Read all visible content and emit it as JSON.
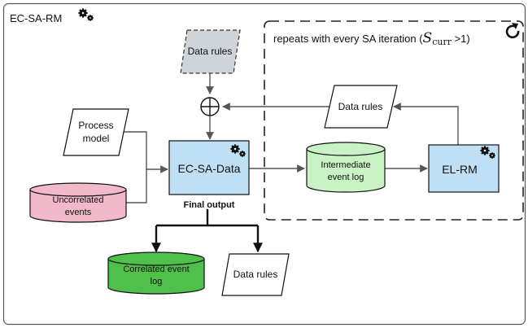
{
  "frame": {
    "title": "EC-SA-RM"
  },
  "loop": {
    "prefix": "repeats with every SA iteration (",
    "symbol": "S",
    "subscript": "curr",
    "suffix": " >1)"
  },
  "nodes": {
    "data_rules_input": {
      "label": "Data rules"
    },
    "data_rules_loop": {
      "label": "Data rules"
    },
    "process_model": {
      "line1": "Process",
      "line2": "model"
    },
    "uncorrelated_events": {
      "line1": "Uncorrelated",
      "line2": "events"
    },
    "ec_sa_data": {
      "label": "EC-SA-Data"
    },
    "intermediate_log": {
      "line1": "Intermediate",
      "line2": "event log"
    },
    "el_rm": {
      "label": "EL-RM"
    },
    "final_output": {
      "label": "Final output"
    },
    "correlated_log": {
      "line1": "Correlated event",
      "line2": "log"
    },
    "data_rules_output": {
      "label": "Data rules"
    }
  },
  "colors": {
    "process_box": "#bfe0f4",
    "input_gray": "#cfd4da",
    "pink_db": "#f2b9cb",
    "light_green_db": "#c9f3c5",
    "dark_green_db": "#4fc14a"
  }
}
